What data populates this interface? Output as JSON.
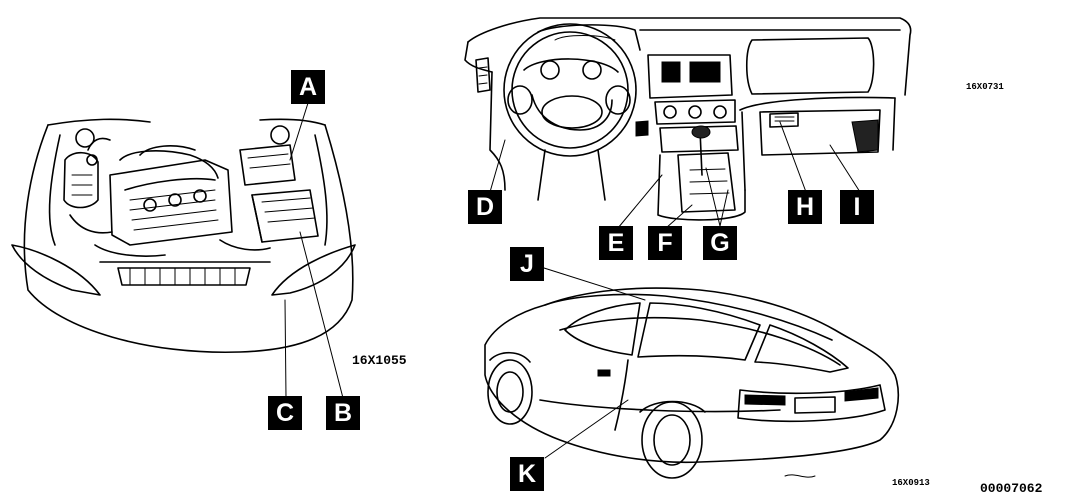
{
  "callouts": {
    "a": "A",
    "b": "B",
    "c": "C",
    "d": "D",
    "e": "E",
    "f": "F",
    "g": "G",
    "h": "H",
    "i": "I",
    "j": "J",
    "k": "K"
  },
  "codes": {
    "engine_view": "16X1055",
    "dash_view": "16X0731",
    "car_view": "16X0913",
    "document_number": "00007062"
  },
  "colors": {
    "ink": "#000000",
    "paper": "#ffffff"
  }
}
